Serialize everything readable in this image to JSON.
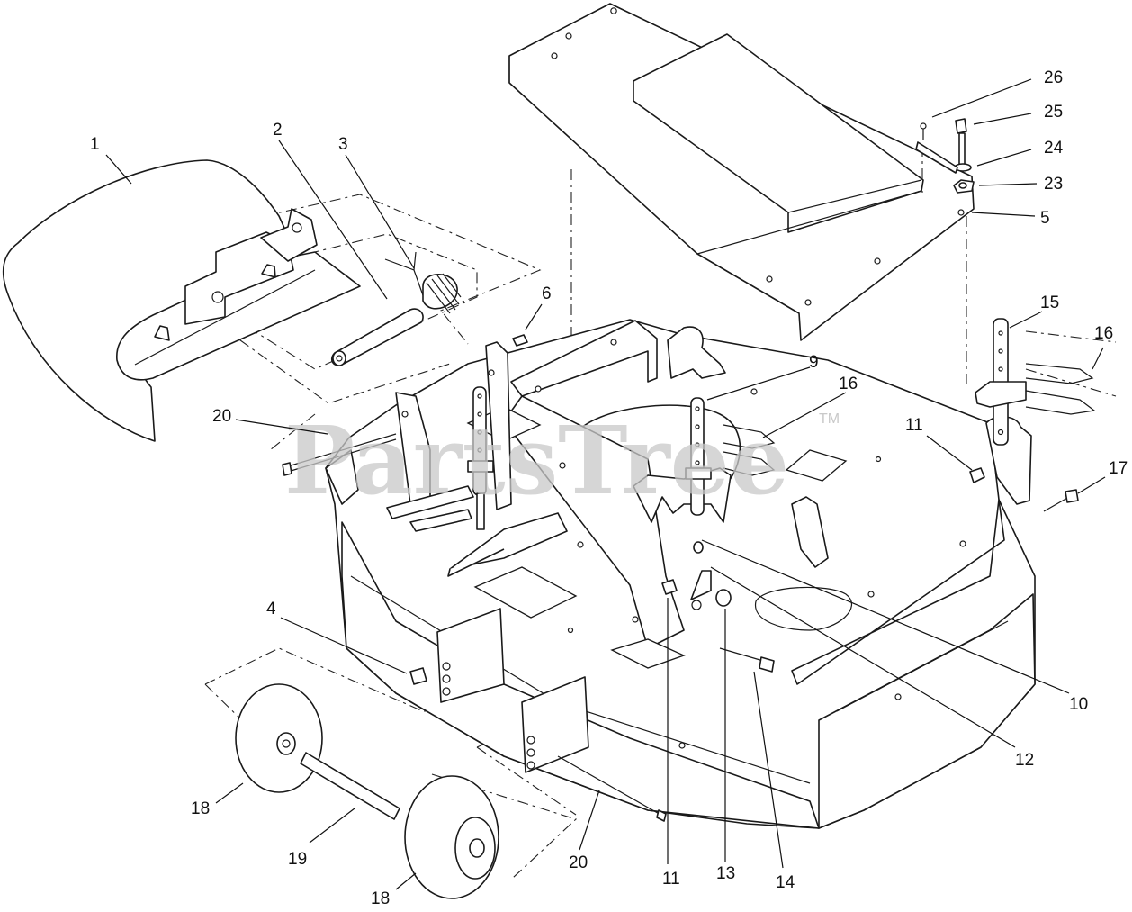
{
  "watermark": {
    "text": "PartsTree",
    "mark": "TM"
  },
  "callouts": [
    {
      "id": "1",
      "text": "1"
    },
    {
      "id": "2",
      "text": "2"
    },
    {
      "id": "3",
      "text": "3"
    },
    {
      "id": "4",
      "text": "4"
    },
    {
      "id": "5",
      "text": "5"
    },
    {
      "id": "6",
      "text": "6"
    },
    {
      "id": "9",
      "text": "9"
    },
    {
      "id": "10",
      "text": "10"
    },
    {
      "id": "11a",
      "text": "11"
    },
    {
      "id": "11b",
      "text": "11"
    },
    {
      "id": "12",
      "text": "12"
    },
    {
      "id": "13",
      "text": "13"
    },
    {
      "id": "14",
      "text": "14"
    },
    {
      "id": "15",
      "text": "15"
    },
    {
      "id": "16a",
      "text": "16"
    },
    {
      "id": "16b",
      "text": "16"
    },
    {
      "id": "17",
      "text": "17"
    },
    {
      "id": "18a",
      "text": "18"
    },
    {
      "id": "18b",
      "text": "18"
    },
    {
      "id": "19",
      "text": "19"
    },
    {
      "id": "20a",
      "text": "20"
    },
    {
      "id": "20b",
      "text": "20"
    },
    {
      "id": "23",
      "text": "23"
    },
    {
      "id": "24",
      "text": "24"
    },
    {
      "id": "25",
      "text": "25"
    },
    {
      "id": "26",
      "text": "26"
    }
  ]
}
